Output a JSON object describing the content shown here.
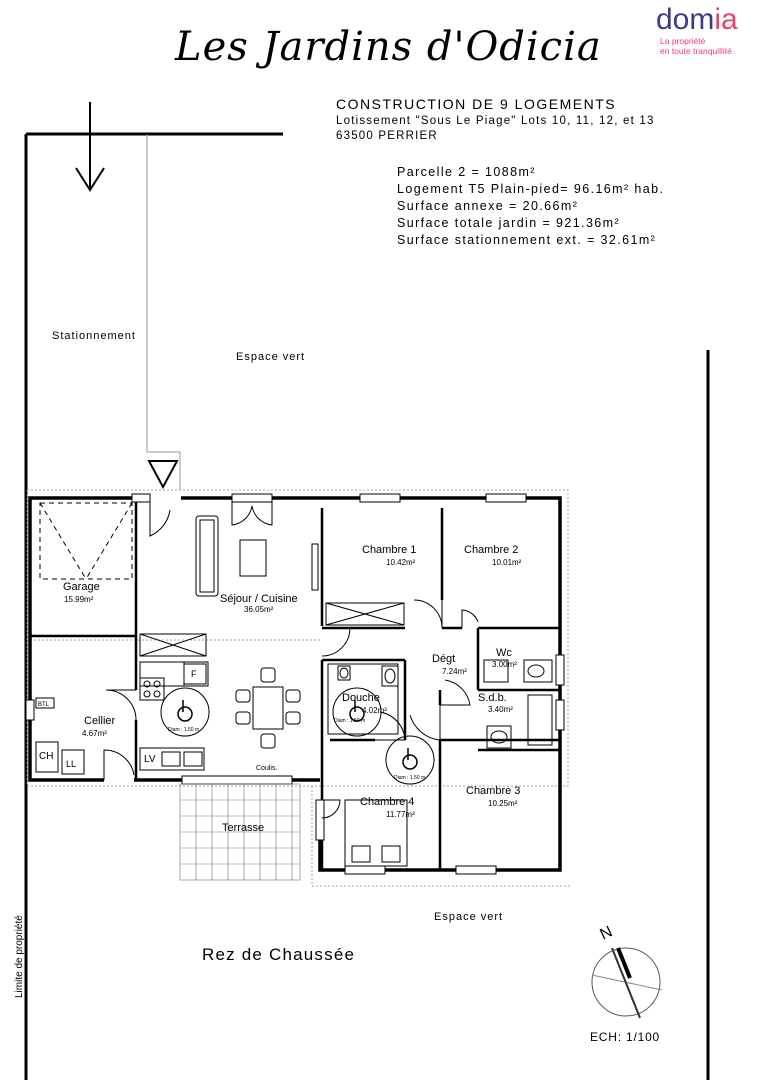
{
  "title": "Les Jardins d'Odicia",
  "brand": {
    "name_prefix": "dom",
    "name_accent": "ia",
    "tagline_line1": "La propriété",
    "tagline_line2": "en toute tranquillité",
    "color_primary": "#3d3a8e",
    "color_accent": "#e8416d"
  },
  "header": {
    "project": "CONSTRUCTION DE 9 LOGEMENTS",
    "lotissement": "Lotissement \"Sous Le Piage\" Lots 10, 11, 12, et 13",
    "city": "63500 PERRIER"
  },
  "stats": [
    "Parcelle 2 = 1088m²",
    "Logement  T5 Plain-pied= 96.16m² hab.",
    "Surface annexe = 20.66m²",
    "Surface totale jardin = 921.36m²",
    "Surface stationnement ext. = 32.61m²"
  ],
  "zones": {
    "stationnement": "Stationnement",
    "espace_vert_top": "Espace vert",
    "espace_vert_bottom": "Espace vert",
    "limite": "Limite de propriété"
  },
  "rooms": {
    "garage": {
      "name": "Garage",
      "area": "15.99m²"
    },
    "sejour": {
      "name": "Séjour / Cuisine",
      "area": "36.05m²"
    },
    "chambre1": {
      "name": "Chambre 1",
      "area": "10.42m²"
    },
    "chambre2": {
      "name": "Chambre 2",
      "area": "10.01m²"
    },
    "wc": {
      "name": "Wc",
      "area": "3.00m²"
    },
    "degt": {
      "name": "Dégt",
      "area": "7.24m²"
    },
    "sdb": {
      "name": "S.d.b.",
      "area": "3.40m²"
    },
    "douche": {
      "name": "Douche",
      "area": "4.02m²"
    },
    "cellier": {
      "name": "Cellier",
      "area": "4.67m²"
    },
    "chambre4": {
      "name": "Chambre 4",
      "area": "11.77m²"
    },
    "chambre3": {
      "name": "Chambre 3",
      "area": "10.25m²"
    },
    "terrasse": {
      "name": "Terrasse"
    }
  },
  "fixtures": {
    "ch": "CH",
    "ll": "LL",
    "lv": "LV",
    "ballon": "BTL",
    "frigo": "F",
    "coulis": "Coulis.",
    "diam1": "Diam : 1.50 m",
    "diam2": "Diam : 1.50 m",
    "diam3": "Diam : 1.50 m"
  },
  "level": "Rez de Chaussée",
  "north_label": "N",
  "scale": "ECH: 1/100"
}
